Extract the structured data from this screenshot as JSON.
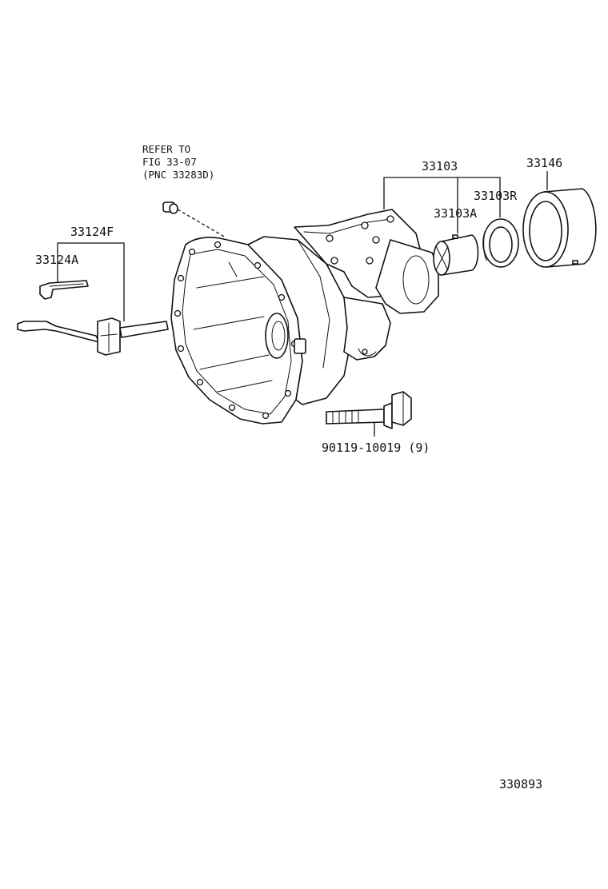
{
  "labels": {
    "refer_line1": "REFER TO",
    "refer_line2": "FIG 33-07",
    "refer_line3": "(PNC 33283D)",
    "p33103": "33103",
    "p33146": "33146",
    "p33103R": "33103R",
    "p33103A": "33103A",
    "p33124F": "33124F",
    "p33124A": "33124A",
    "bolt": "90119-10019 (9)",
    "figure_id": "330893"
  }
}
